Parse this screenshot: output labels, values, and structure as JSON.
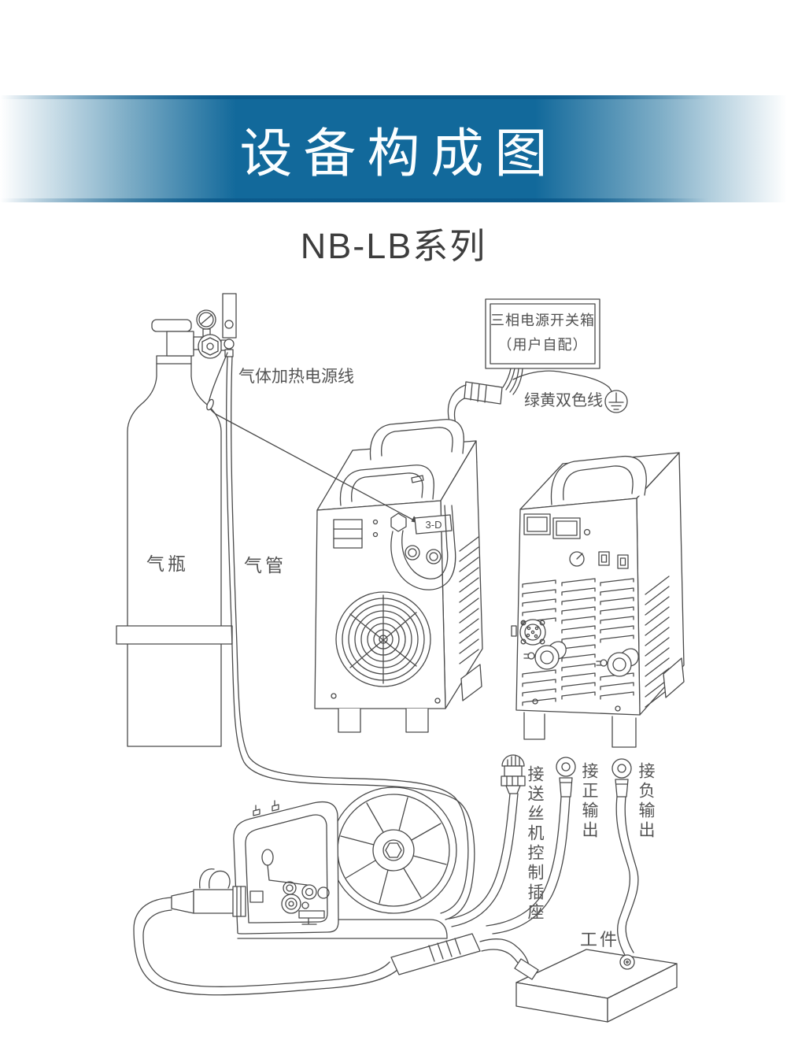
{
  "banner": {
    "title": "设备构成图"
  },
  "series_subtitle": "NB-LB系列",
  "colors": {
    "banner_center": "#12699b",
    "banner_fade": "#7faec7",
    "line": "#4a4a4a",
    "label": "#545454"
  },
  "labels": {
    "gas_heater_cable": "气体加热电源线",
    "switch_box_line1": "三相电源开关箱",
    "switch_box_line2": "（用户自配）",
    "green_yellow_wire": "绿黄双色线",
    "gas_cylinder": "气瓶",
    "gas_hose": "气管",
    "feeder_control_socket": "接送丝机控制插座",
    "positive_output": "接正输出",
    "negative_output": "接负输出",
    "workpiece": "工件",
    "heater_socket_tag": "3-D"
  }
}
